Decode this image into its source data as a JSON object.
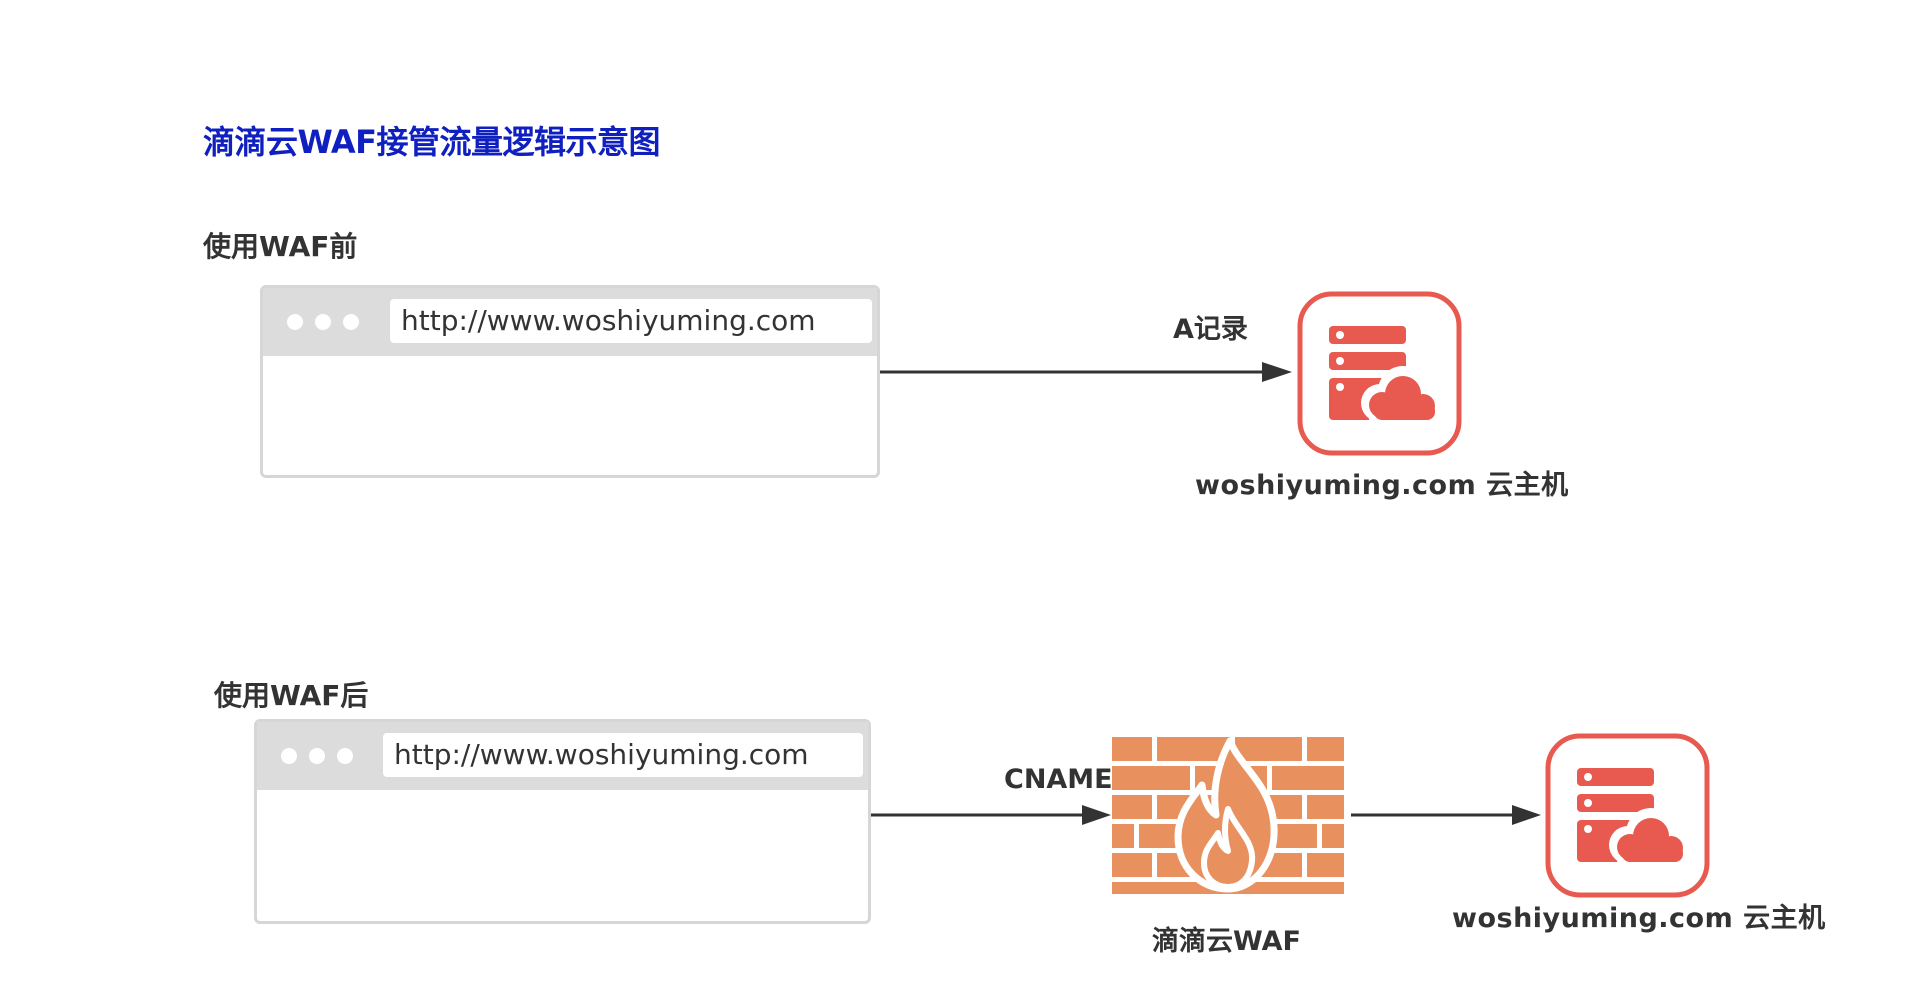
{
  "title": "滴滴云WAF接管流量逻辑示意图",
  "before": {
    "heading": "使用WAF前",
    "url": "http://www.woshiyuming.com",
    "edge_label": "A记录",
    "host_label": "woshiyuming.com 云主机"
  },
  "after": {
    "heading": "使用WAF后",
    "url": "http://www.woshiyuming.com",
    "edge_label": "CNAME",
    "waf_label": "滴滴云WAF",
    "host_label": "woshiyuming.com 云主机"
  },
  "colors": {
    "title": "#1020c0",
    "server_icon": "#e85a4f",
    "firewall": "#e8915f",
    "arrow": "#333333"
  }
}
